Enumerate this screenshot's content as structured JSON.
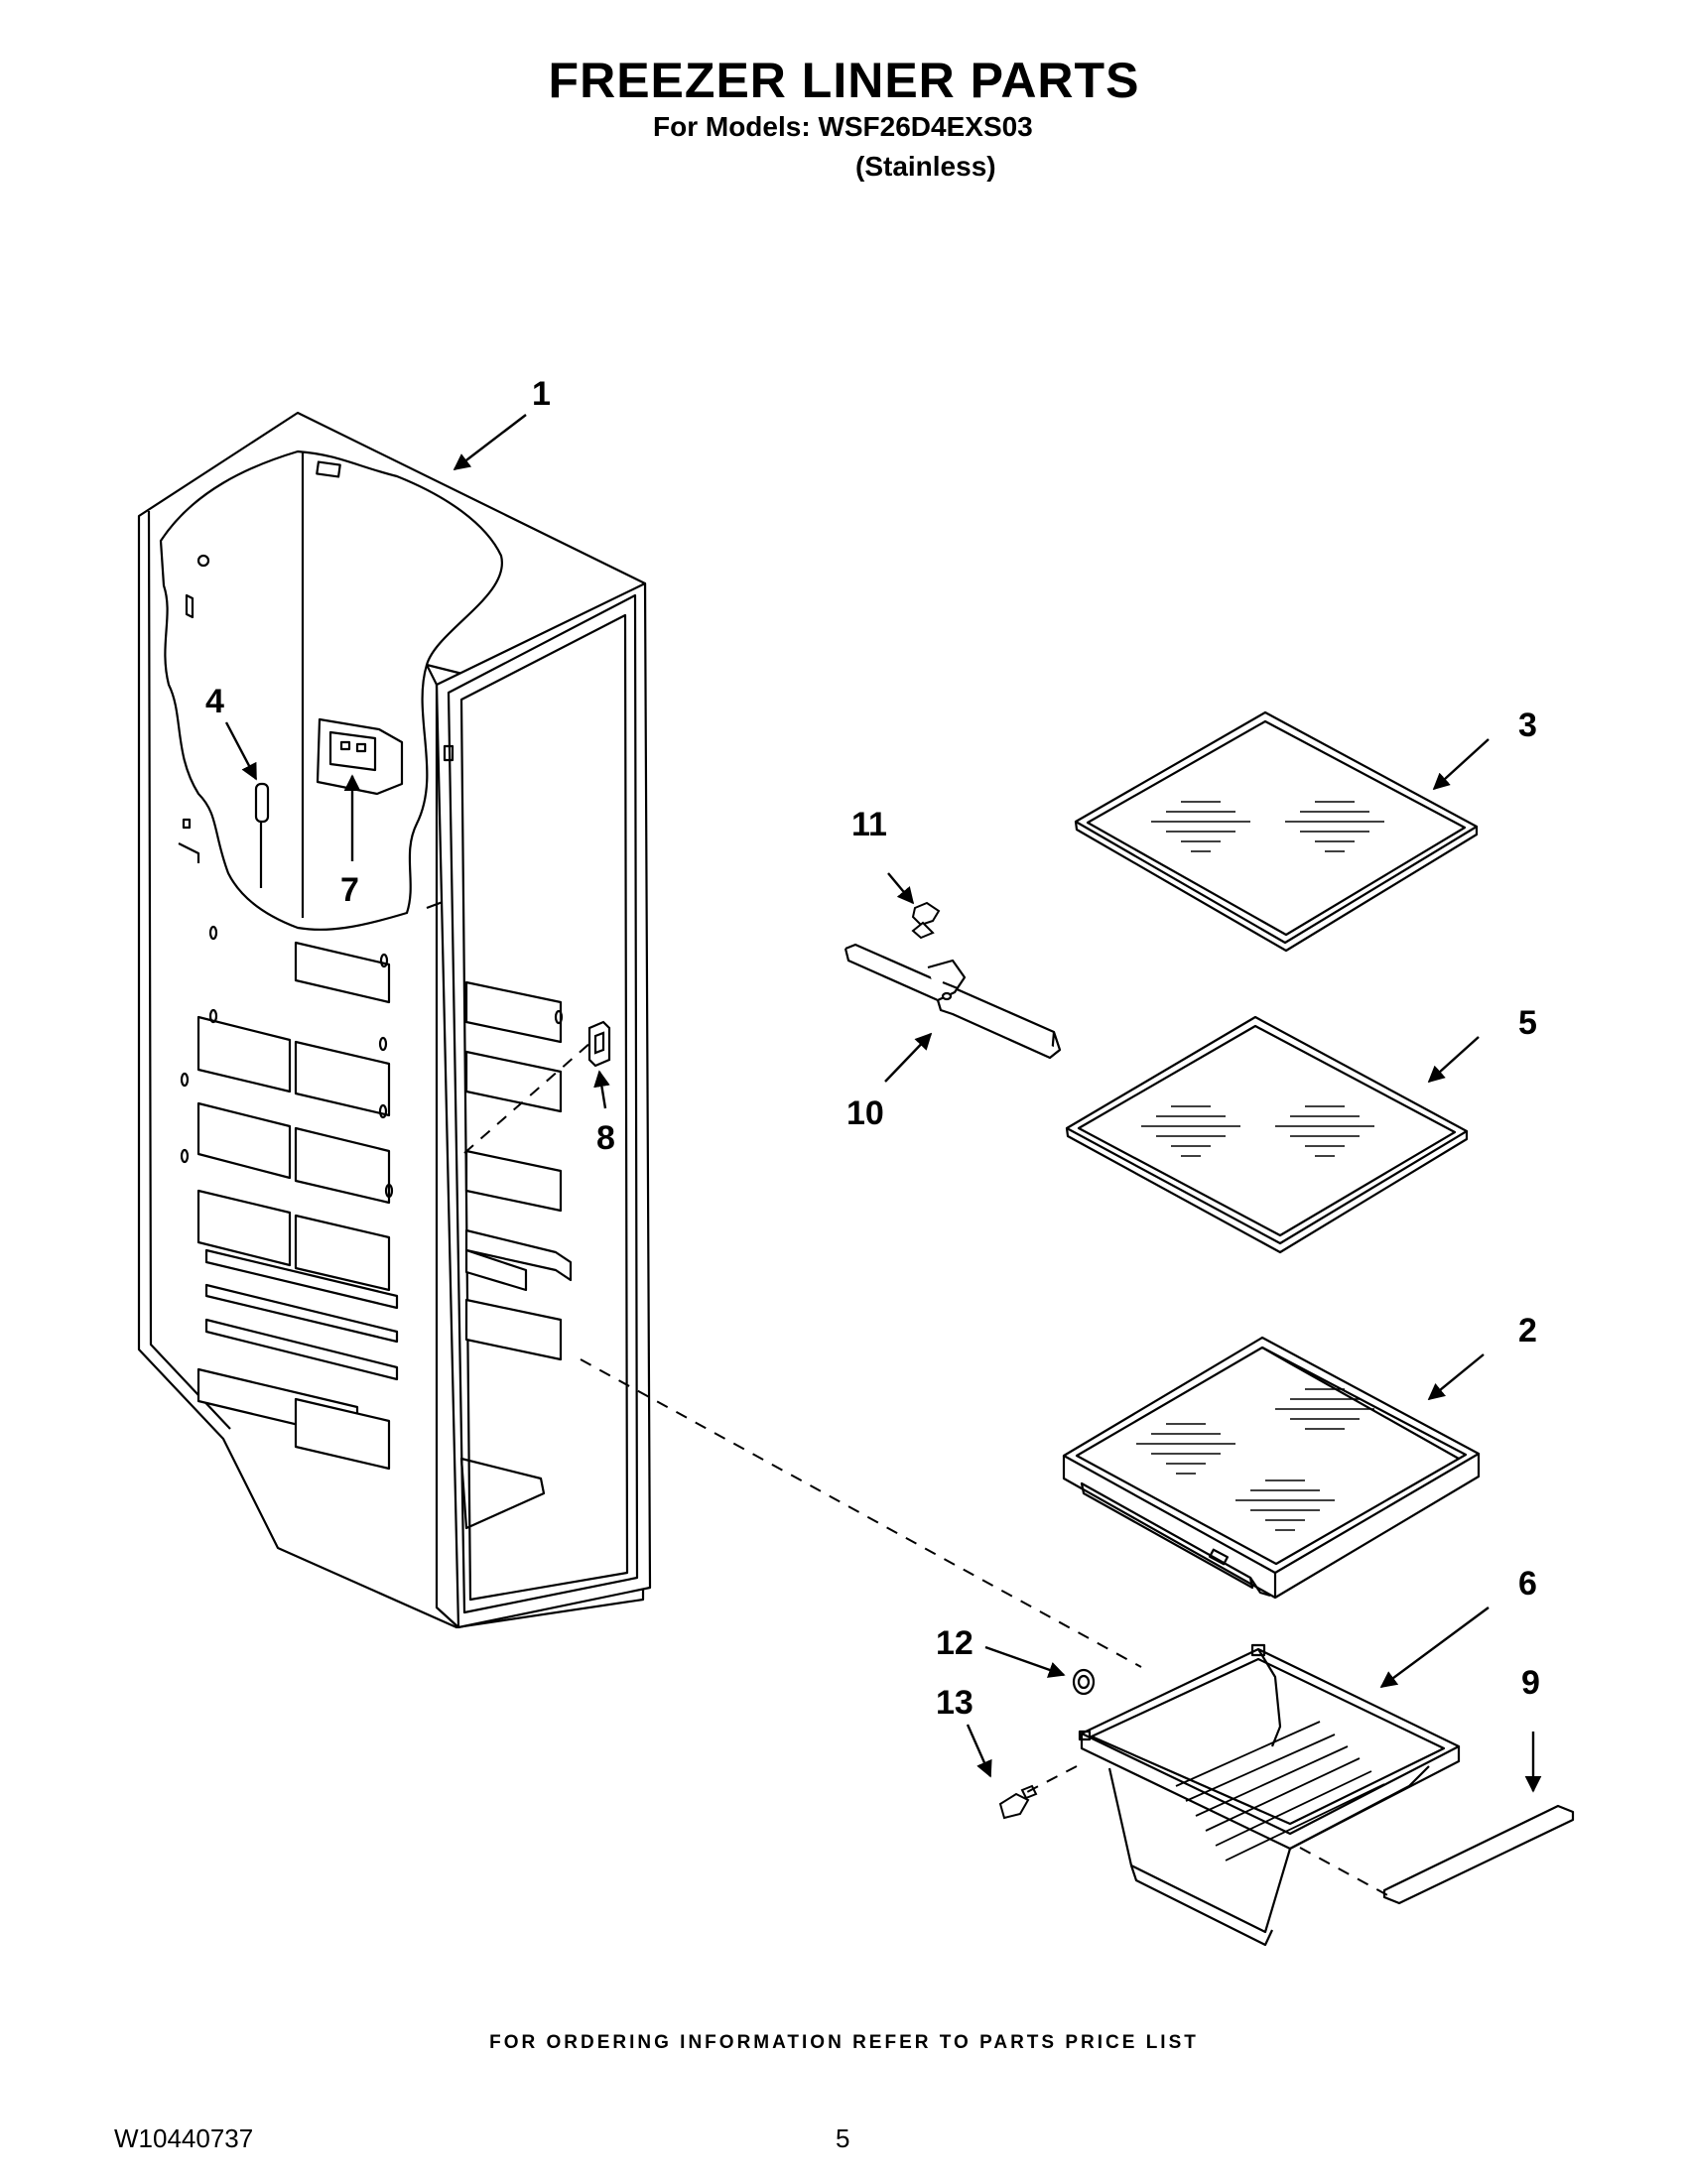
{
  "header": {
    "title": "FREEZER LINER PARTS",
    "models_line": "For Models: WSF26D4EXS03",
    "variant": "(Stainless)"
  },
  "callouts": {
    "c1": "1",
    "c2": "2",
    "c3": "3",
    "c4": "4",
    "c5": "5",
    "c6": "6",
    "c7": "7",
    "c8": "8",
    "c9": "9",
    "c10": "10",
    "c11": "11",
    "c12": "12",
    "c13": "13"
  },
  "footer": {
    "note": "FOR ORDERING INFORMATION REFER TO PARTS PRICE LIST",
    "doc_number": "W10440737",
    "page_number": "5"
  }
}
